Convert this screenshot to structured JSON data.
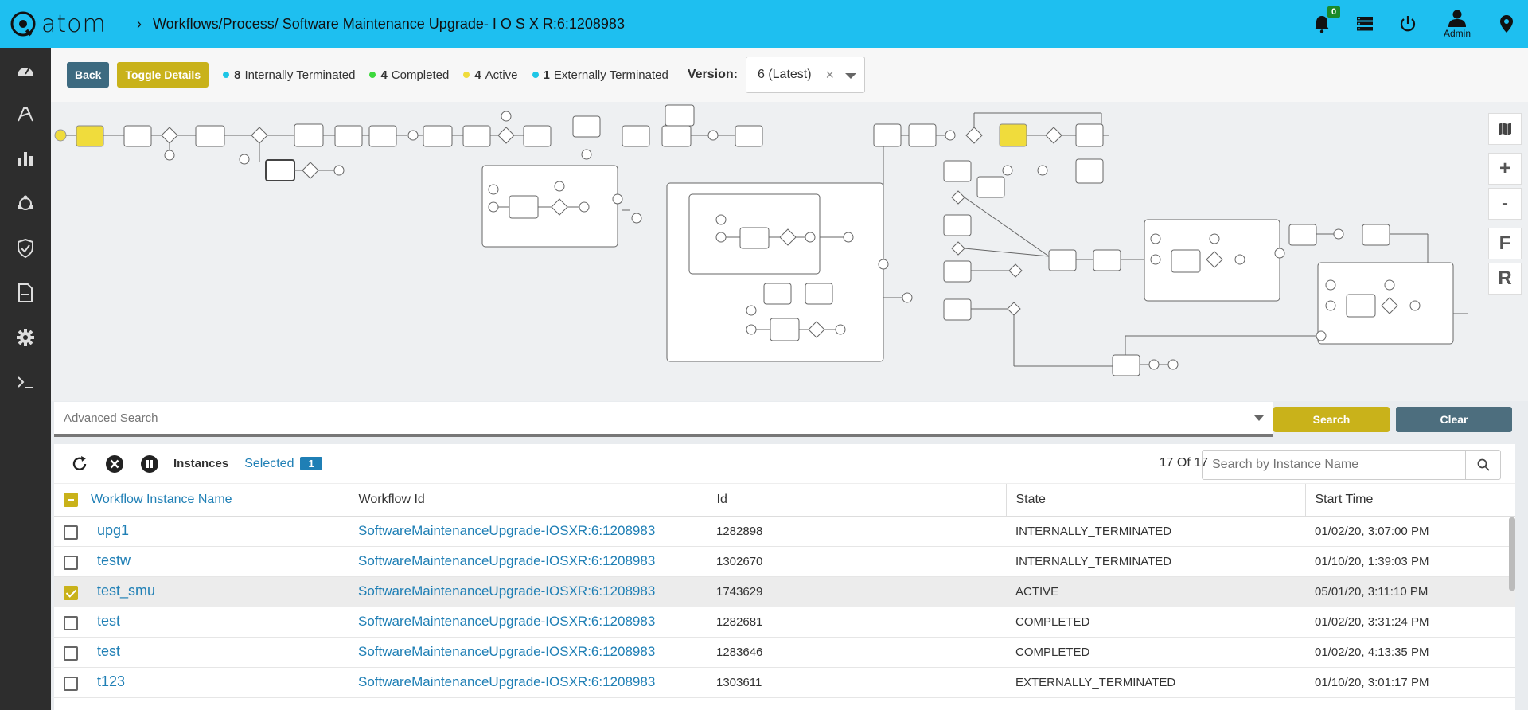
{
  "app": {
    "logo": "atom",
    "breadcrumb": "Workflows/Process/ Software Maintenance Upgrade- I O S X R:6:1208983"
  },
  "topbar": {
    "notifications_count": "0",
    "user_label": "Admin"
  },
  "toolbar": {
    "back_label": "Back",
    "toggle_label": "Toggle Details",
    "stats": [
      {
        "count": "8",
        "label": "Internally Terminated",
        "color": "#1ec6e6"
      },
      {
        "count": "4",
        "label": "Completed",
        "color": "#3dd93d"
      },
      {
        "count": "4",
        "label": "Active",
        "color": "#f0dc3c"
      },
      {
        "count": "1",
        "label": "Externally Terminated",
        "color": "#1ec6e6"
      }
    ],
    "version_label": "Version:",
    "version_value": "6 (Latest)"
  },
  "zoom": {
    "plus": "+",
    "minus": "-",
    "fit": "F",
    "reset": "R"
  },
  "search": {
    "advanced_placeholder": "Advanced Search",
    "search_label": "Search",
    "clear_label": "Clear"
  },
  "instances": {
    "title": "Instances",
    "selected_label": "Selected",
    "selected_count": "1",
    "count_text": "17 Of 17",
    "search_placeholder": "Search by Instance Name",
    "columns": [
      "Workflow Instance Name",
      "Workflow Id",
      "Id",
      "State",
      "Start Time"
    ],
    "rows": [
      {
        "name": "upg1",
        "workflow_id": "SoftwareMaintenanceUpgrade-IOSXR:6:1208983",
        "id": "1282898",
        "state": "INTERNALLY_TERMINATED",
        "start": "01/02/20, 3:07:00 PM",
        "checked": false
      },
      {
        "name": "testw",
        "workflow_id": "SoftwareMaintenanceUpgrade-IOSXR:6:1208983",
        "id": "1302670",
        "state": "INTERNALLY_TERMINATED",
        "start": "01/10/20, 1:39:03 PM",
        "checked": false
      },
      {
        "name": "test_smu",
        "workflow_id": "SoftwareMaintenanceUpgrade-IOSXR:6:1208983",
        "id": "1743629",
        "state": "ACTIVE",
        "start": "05/01/20, 3:11:10 PM",
        "checked": true
      },
      {
        "name": "test",
        "workflow_id": "SoftwareMaintenanceUpgrade-IOSXR:6:1208983",
        "id": "1282681",
        "state": "COMPLETED",
        "start": "01/02/20, 3:31:24 PM",
        "checked": false
      },
      {
        "name": "test",
        "workflow_id": "SoftwareMaintenanceUpgrade-IOSXR:6:1208983",
        "id": "1283646",
        "state": "COMPLETED",
        "start": "01/02/20, 4:13:35 PM",
        "checked": false
      },
      {
        "name": "t123",
        "workflow_id": "SoftwareMaintenanceUpgrade-IOSXR:6:1208983",
        "id": "1303611",
        "state": "EXTERNALLY_TERMINATED",
        "start": "01/10/20, 3:01:17 PM",
        "checked": false
      }
    ]
  }
}
